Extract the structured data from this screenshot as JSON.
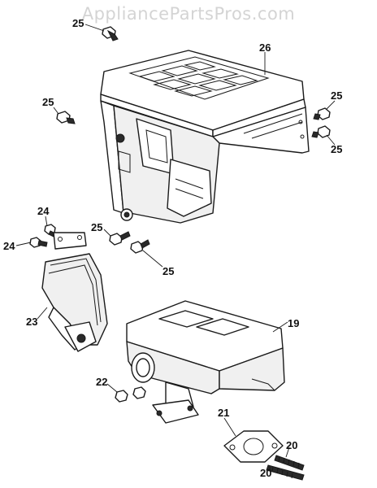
{
  "watermark": "AppliancePartsPros.com",
  "callouts": {
    "c25_top": "25",
    "c26": "26",
    "c25_left": "25",
    "c25_right_top": "25",
    "c25_right_bottom": "25",
    "c24_top": "24",
    "c24_left": "24",
    "c25_mid": "25",
    "c25_mid_low": "25",
    "c23": "23",
    "c19": "19",
    "c22": "22",
    "c21": "21",
    "c20_top": "20",
    "c20_bottom": "20"
  }
}
